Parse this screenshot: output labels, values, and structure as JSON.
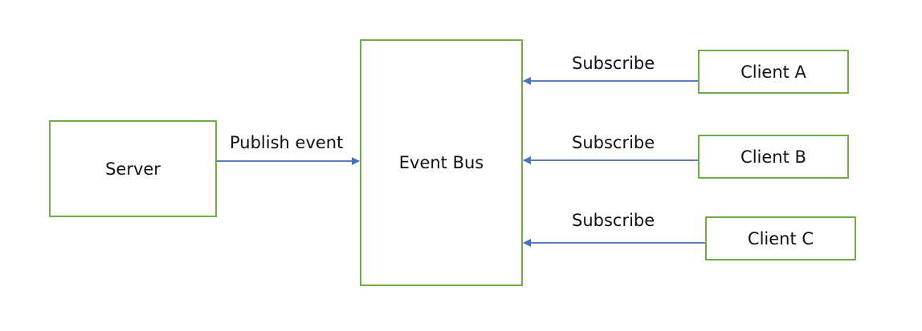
{
  "nodes": {
    "server": "Server",
    "event_bus": "Event Bus",
    "client_a": "Client A",
    "client_b": "Client B",
    "client_c": "Client C"
  },
  "edges": {
    "publish": "Publish event",
    "subscribe_a": "Subscribe",
    "subscribe_b": "Subscribe",
    "subscribe_c": "Subscribe"
  },
  "colors": {
    "box_border": "#70ad47",
    "arrow": "#5b7fbd",
    "arrow_head": "#4472c4",
    "text": "#111111"
  }
}
